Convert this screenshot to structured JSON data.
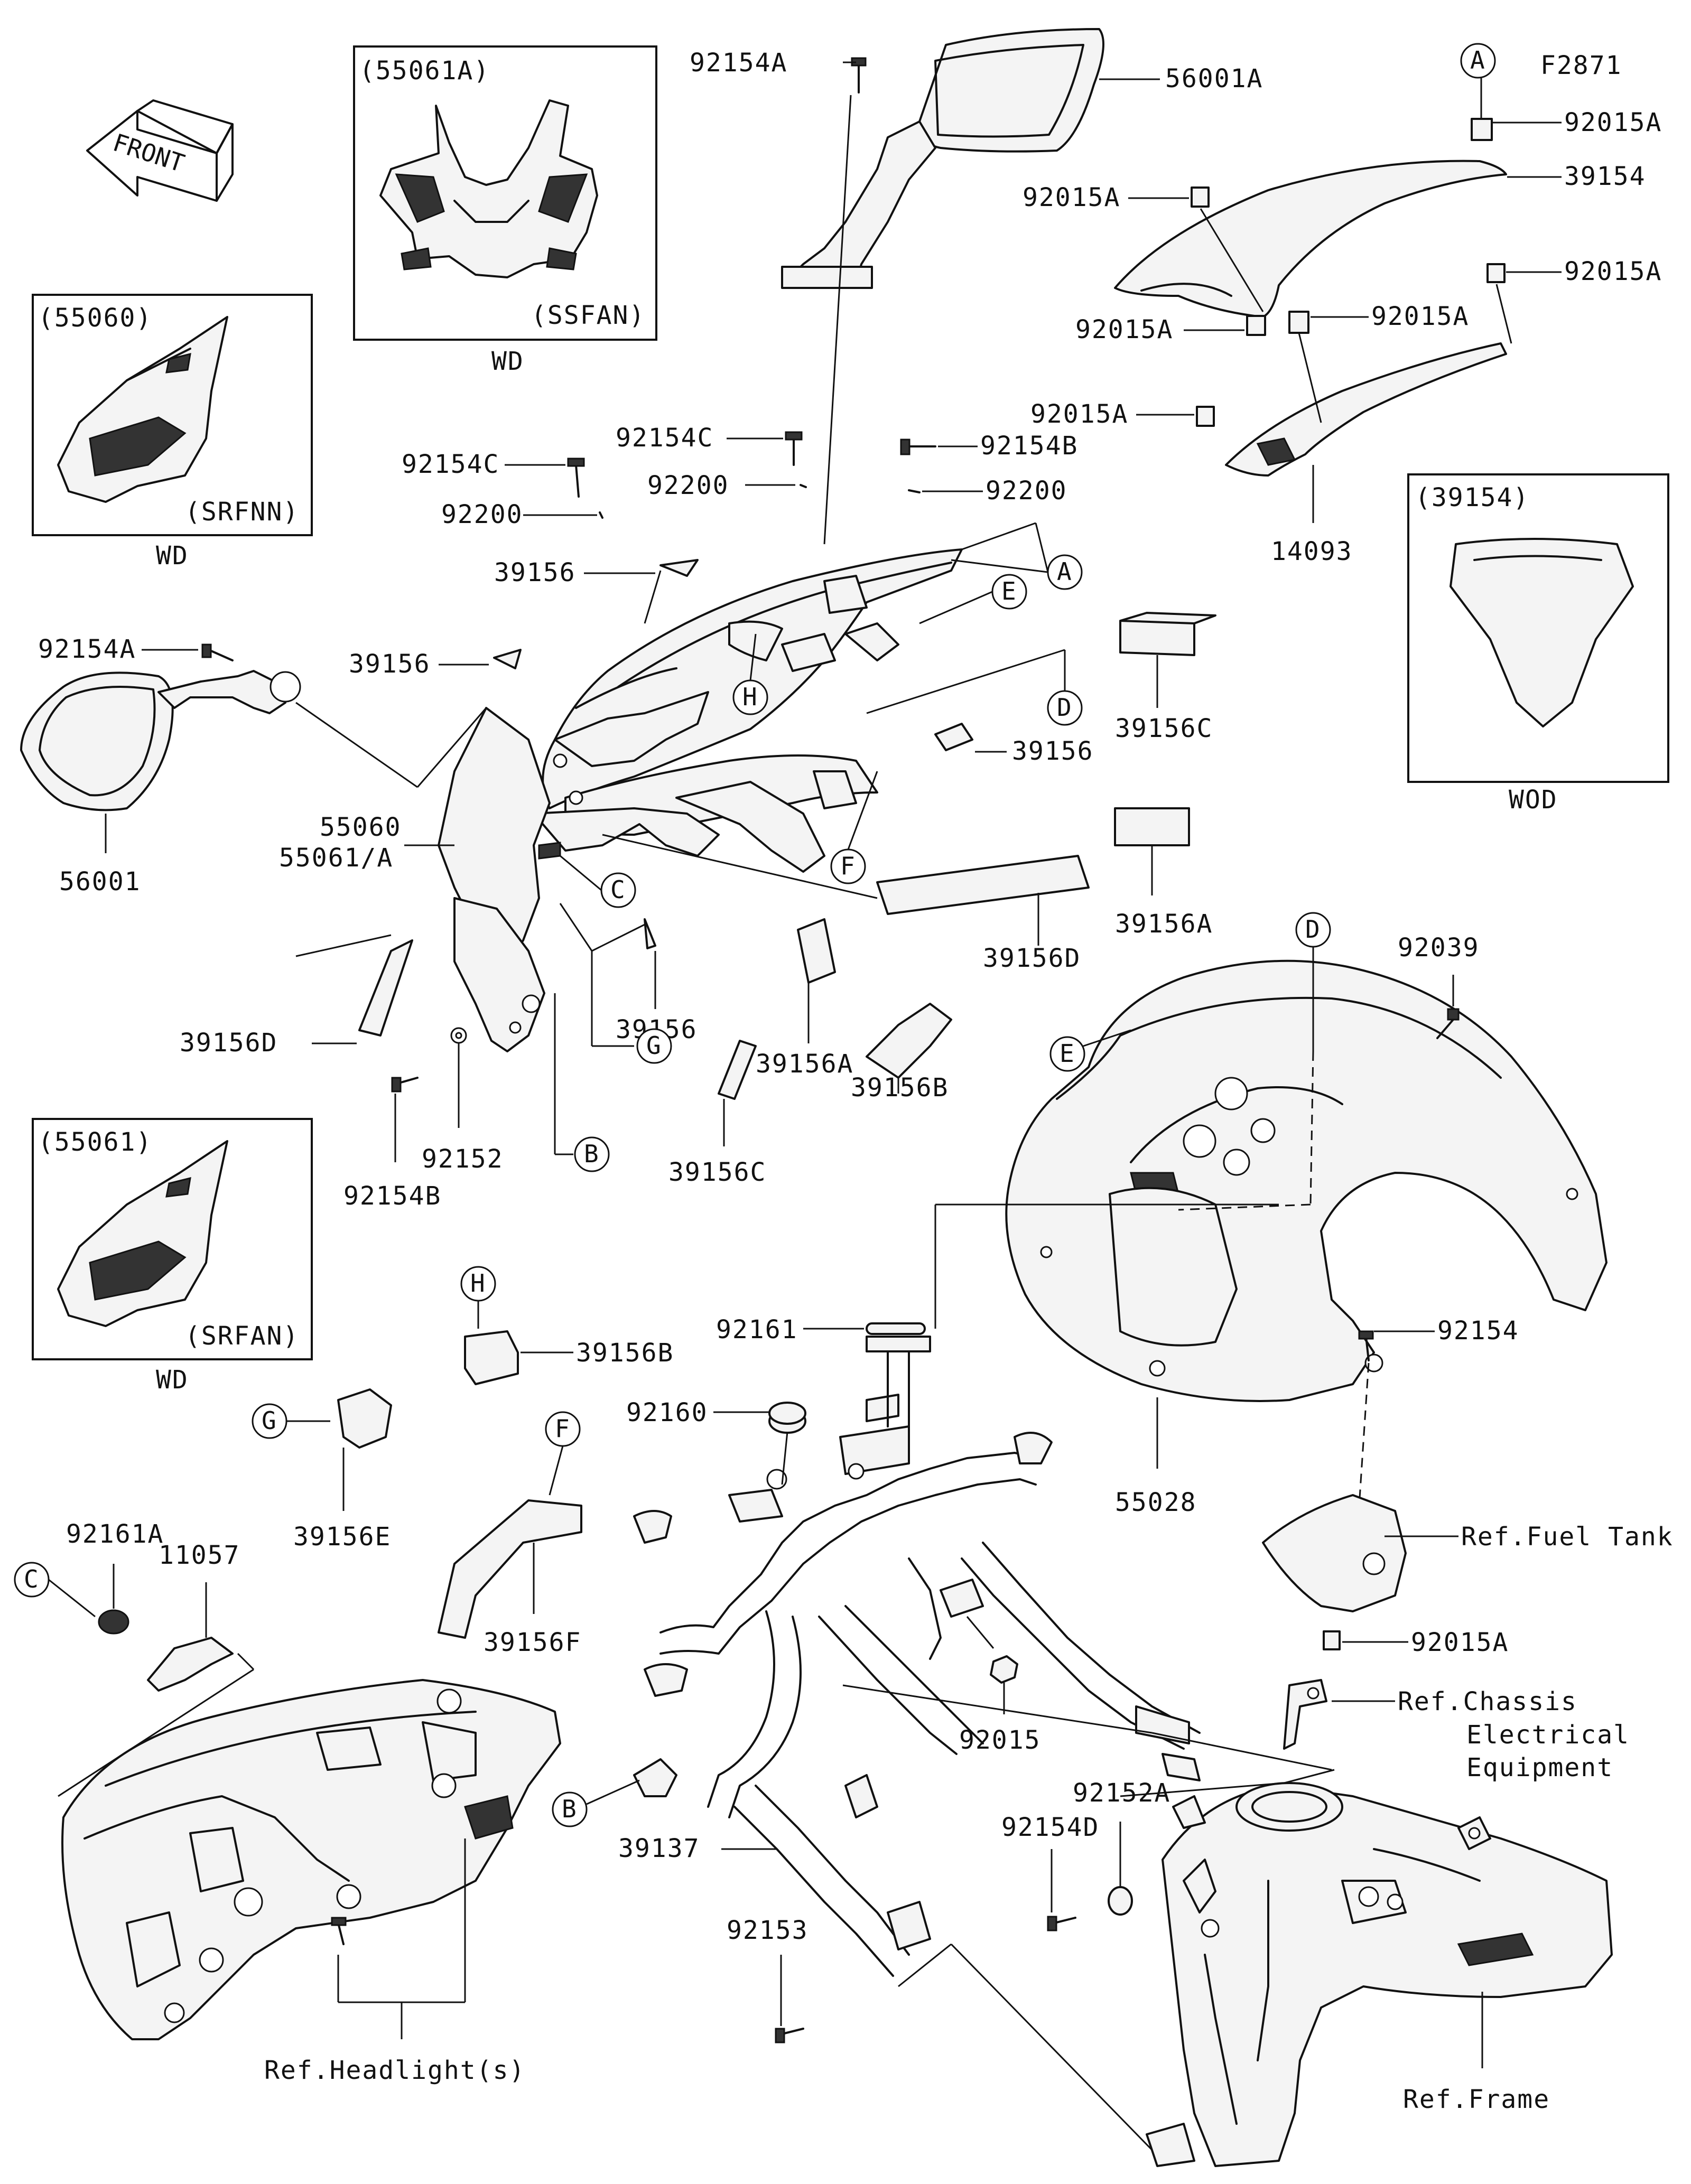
{
  "figure_id": "F2871",
  "front_label": "FRONT",
  "insets": {
    "i55061A": {
      "title": "(55061A)",
      "variant": "(SSFAN)",
      "footer": "WD"
    },
    "i55060": {
      "title": "(55060)",
      "variant": "(SRFNN)",
      "footer": "WD"
    },
    "i55061": {
      "title": "(55061)",
      "variant": "(SRFAN)",
      "footer": "WD"
    },
    "i39154": {
      "title": "(39154)",
      "footer": "WOD"
    }
  },
  "parts": {
    "p92154A_top": "92154A",
    "p56001A": "56001A",
    "p92015A_1": "92015A",
    "p39154": "39154",
    "p92015A_2": "92015A",
    "p92015A_3": "92015A",
    "p92015A_4": "92015A",
    "p92015A_5": "92015A",
    "p92015A_6": "92015A",
    "p14093": "14093",
    "p92154C_1": "92154C",
    "p92154C_2": "92154C",
    "p92154B_1": "92154B",
    "p92200_1": "92200",
    "p92200_2": "92200",
    "p92200_3": "92200",
    "p39156_1": "39156",
    "p39156_2": "39156",
    "p39156_3": "39156",
    "p39156_4": "39156",
    "p39156C_1": "39156C",
    "p39156C_2": "39156C",
    "p92154A_left": "92154A",
    "p56001": "56001",
    "p55060": "55060",
    "p55061A": "55061/A",
    "p39156D_1": "39156D",
    "p39156D_2": "39156D",
    "p39156A_1": "39156A",
    "p39156A_2": "39156A",
    "p39156B_1": "39156B",
    "p39156B_2": "39156B",
    "p92152": "92152",
    "p92154B_2": "92154B",
    "p92039": "92039",
    "p92154": "92154",
    "p92161": "92161",
    "p92160": "92160",
    "p55028": "55028",
    "p39156E": "39156E",
    "p39156F": "39156F",
    "p92161A": "92161A",
    "p11057": "11057",
    "p92015": "92015",
    "p92015A_7": "92015A",
    "p92152A": "92152A",
    "p92154D": "92154D",
    "p39137": "39137",
    "p92153": "92153"
  },
  "references": {
    "fuel_tank": "Ref.Fuel Tank",
    "chassis_1": "Ref.Chassis",
    "chassis_2": "Electrical",
    "chassis_3": "Equipment",
    "headlight": "Ref.Headlight(s)",
    "frame": "Ref.Frame"
  },
  "callouts": [
    "A",
    "B",
    "C",
    "D",
    "E",
    "F",
    "G",
    "H"
  ]
}
